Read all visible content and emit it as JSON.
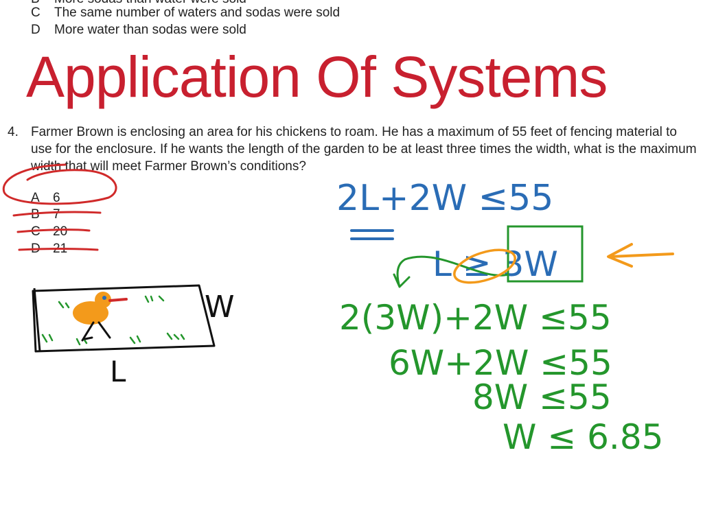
{
  "previous_question": {
    "choices": [
      {
        "letter": "B",
        "text": "More sodas than water were sold"
      },
      {
        "letter": "C",
        "text": "The same number of waters and sodas were sold"
      },
      {
        "letter": "D",
        "text": "More water than sodas were sold"
      }
    ]
  },
  "title": "Application Of Systems",
  "question": {
    "number": "4.",
    "text": "Farmer Brown is enclosing an area for his chickens to roam.  He has a maximum of 55 feet of fencing material to use for the enclosure.  If he wants the length of the garden to be at least three times the width, what is the maximum width that will meet Farmer Brown’s conditions?",
    "choices": [
      {
        "letter": "A",
        "text": "6"
      },
      {
        "letter": "B",
        "text": "7"
      },
      {
        "letter": "C",
        "text": "20"
      },
      {
        "letter": "D",
        "text": "21"
      }
    ]
  },
  "annotations": {
    "diagram_width_label": "W",
    "diagram_length_label": "L",
    "eq1": "2L+2W ≤55",
    "eq2": "L ≥ 3W",
    "step1": "2(3W)+2W ≤55",
    "step2": "6W+2W ≤55",
    "step3": "8W ≤55",
    "step4": "W ≤ 6.85",
    "colors": {
      "title_red": "#c8202f",
      "ink_blue": "#2a6cb5",
      "ink_green": "#24962c",
      "ink_orange": "#f39a1b",
      "ink_red": "#d02a2a",
      "ink_black": "#111111"
    }
  }
}
